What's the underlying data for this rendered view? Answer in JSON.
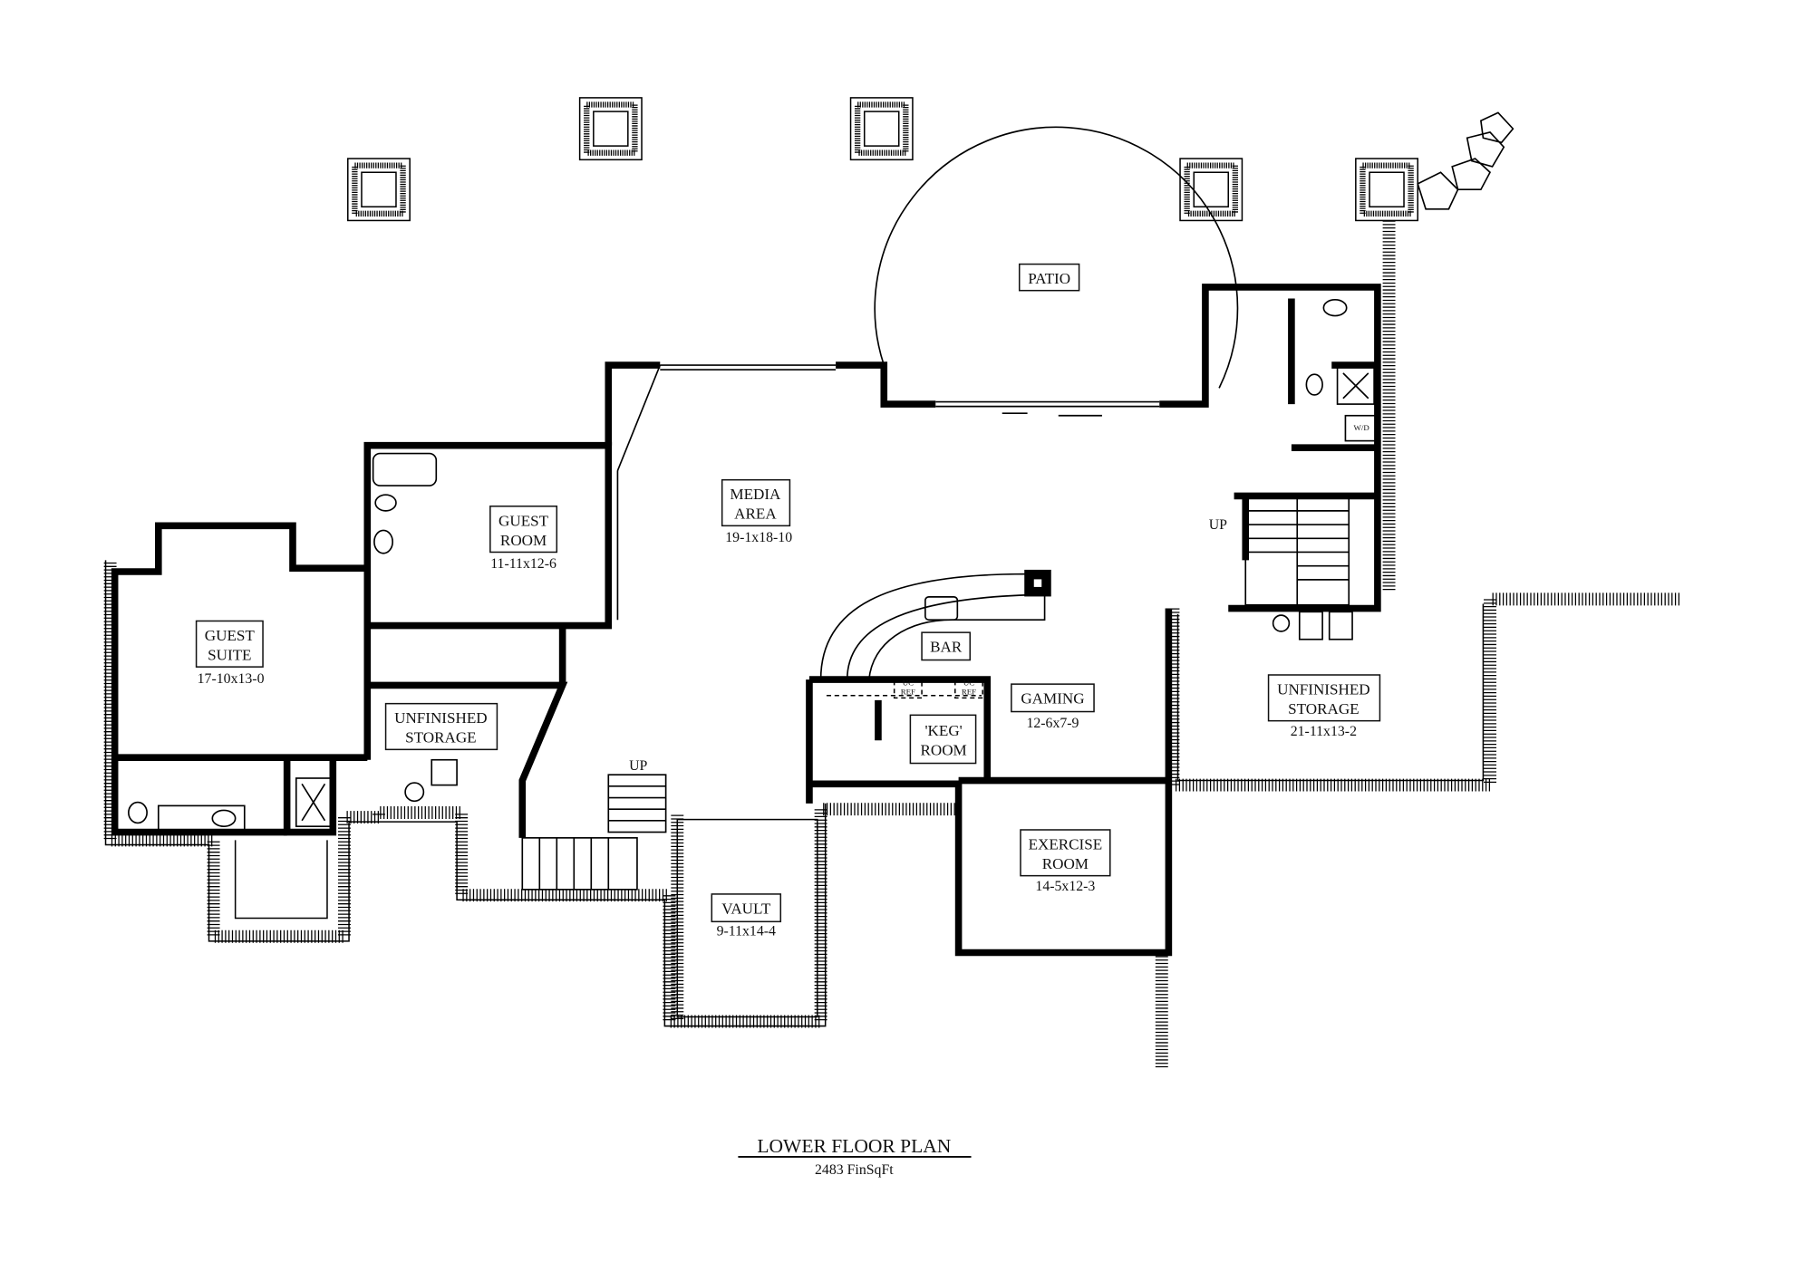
{
  "plan": {
    "title": "LOWER FLOOR PLAN",
    "subtitle": "2483 FinSqFt"
  },
  "rooms": {
    "patio": {
      "name": "PATIO"
    },
    "media": {
      "name_line1": "MEDIA",
      "name_line2": "AREA",
      "dims": "19-1x18-10"
    },
    "guest_room": {
      "name_line1": "GUEST",
      "name_line2": "ROOM",
      "dims": "11-11x12-6"
    },
    "guest_suite": {
      "name_line1": "GUEST",
      "name_line2": "SUITE",
      "dims": "17-10x13-0"
    },
    "storage_left": {
      "name_line1": "UNFINISHED",
      "name_line2": "STORAGE"
    },
    "bar": {
      "name": "BAR"
    },
    "gaming": {
      "name": "GAMING",
      "dims": "12-6x7-9"
    },
    "keg": {
      "name_line1": "'KEG'",
      "name_line2": "ROOM"
    },
    "exercise": {
      "name_line1": "EXERCISE",
      "name_line2": "ROOM",
      "dims": "14-5x12-3"
    },
    "vault": {
      "name": "VAULT",
      "dims": "9-11x14-4"
    },
    "storage_right": {
      "name_line1": "UNFINISHED",
      "name_line2": "STORAGE",
      "dims": "21-11x13-2"
    }
  },
  "fixtures": {
    "uc_ref_1": {
      "line1": "UC",
      "line2": "REF"
    },
    "uc_ref_2": {
      "line1": "UC",
      "line2": "REF"
    },
    "washer_dryer": "W/D",
    "stair_up_right": "UP",
    "stair_up_left": "UP"
  }
}
